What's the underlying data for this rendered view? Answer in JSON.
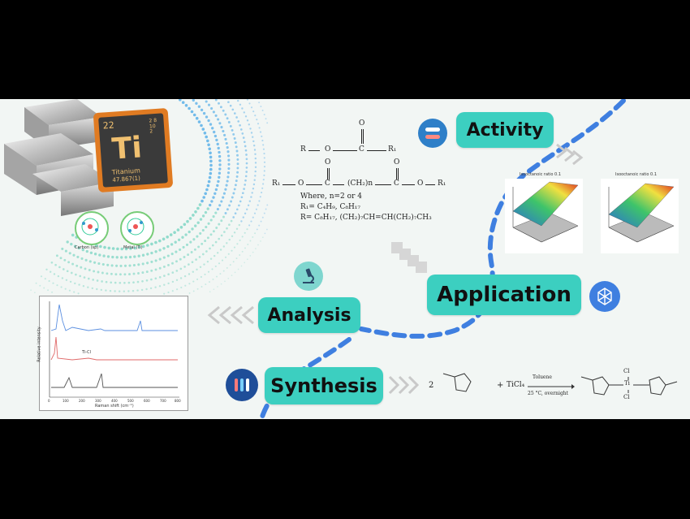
{
  "element_tile": {
    "number": "22",
    "symbol": "Ti",
    "name": "Titanium",
    "mass": "47.867(1)",
    "shells": "2 8 10 2"
  },
  "ligands": {
    "left": "Carbon (sp)",
    "right": "Metal (Ti)"
  },
  "stages": {
    "activity": "Activity",
    "application": "Application",
    "analysis": "Analysis",
    "synthesis": "Synthesis"
  },
  "formula": {
    "top_r": "R",
    "top_o": "O",
    "top_c": "C",
    "top_r1": "R₁",
    "bot_r1": "R₁",
    "bot_o": "O",
    "bot_c": "C",
    "bot_chain": "(CH₂)n",
    "bot_c2": "C",
    "bot_o2": "O",
    "bot_r1b": "R₁",
    "carbonyl_o": "O",
    "where": "Where, n=2 or 4",
    "r1_def": "R₁= C₄H₉, C₈H₁₇",
    "r_def": "R= C₈H₁₇, (CH₂)₇CH=CH(CH₂)₇CH₃"
  },
  "plots_3d": {
    "left_title": "Isooctanoic ratio 0.1",
    "right_title": "Isooctanoic ratio 0.1"
  },
  "raman": {
    "xlabel": "Raman shift (cm⁻¹)",
    "ylabel": "Relative intensity",
    "peak_label": "Ti-Cl",
    "x_ticks": [
      "0",
      "100",
      "200",
      "300",
      "400",
      "500",
      "600",
      "700",
      "800"
    ]
  },
  "reaction": {
    "coef": "2",
    "plus": "+",
    "reagent": "TiCl₄",
    "solvent": "Toluene",
    "conditions": "25 °C, overnight",
    "cl_top": "Cl",
    "cl_bot": "Cl",
    "ti": "Ti"
  },
  "colors": {
    "teal": "#3ccfc0",
    "blue": "#3f7fe0",
    "chevron": "#c9c9c9"
  }
}
